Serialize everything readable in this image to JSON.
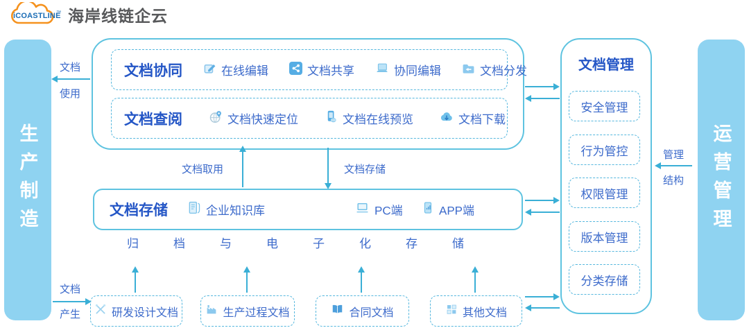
{
  "logo": {
    "brand": "iCOASTLINE",
    "tm": "™",
    "title": "海岸线链企云"
  },
  "left_bar": {
    "label": "生产制造"
  },
  "right_bar": {
    "label": "运营管理"
  },
  "flow_labels": {
    "doc_use_line1": "文档",
    "doc_use_line2": "使用",
    "doc_produce_line1": "文档",
    "doc_produce_line2": "产生",
    "manage_line1": "管理",
    "manage_line2": "结构",
    "doc_fetch": "文档取用",
    "doc_store": "文档存储"
  },
  "collab_section": {
    "title": "文档协同",
    "items": [
      {
        "icon": "edit-icon",
        "label": "在线编辑"
      },
      {
        "icon": "share-icon",
        "label": "文档共享"
      },
      {
        "icon": "co-edit-icon",
        "label": "协同编辑"
      },
      {
        "icon": "distribute-icon",
        "label": "文档分发"
      }
    ]
  },
  "review_section": {
    "title": "文档查阅",
    "items": [
      {
        "icon": "locate-icon",
        "label": "文档快速定位"
      },
      {
        "icon": "preview-icon",
        "label": "文档在线预览"
      },
      {
        "icon": "download-icon",
        "label": "文档下载"
      }
    ]
  },
  "storage_section": {
    "title": "文档存储",
    "items": [
      {
        "icon": "knowledge-icon",
        "label": "企业知识库"
      },
      {
        "icon": "pc-icon",
        "label": "PC端"
      },
      {
        "icon": "app-icon",
        "label": "APP端"
      }
    ]
  },
  "archive_caption": "归档与电子化存储",
  "source_docs": [
    {
      "icon": "design-icon",
      "label": "研发设计文档"
    },
    {
      "icon": "factory-icon",
      "label": "生产过程文档"
    },
    {
      "icon": "contract-icon",
      "label": "合同文档"
    },
    {
      "icon": "other-icon",
      "label": "其他文档"
    }
  ],
  "management_panel": {
    "title": "文档管理",
    "items": [
      {
        "label": "安全管理"
      },
      {
        "label": "行为管控"
      },
      {
        "label": "权限管理"
      },
      {
        "label": "版本管理"
      },
      {
        "label": "分类存储"
      }
    ]
  },
  "colors": {
    "bar_fill": "#8FD3F1",
    "solid_border": "#5EC3E0",
    "dashed_border": "#55B7DE",
    "title_blue": "#2456C6",
    "text_blue": "#3D6BCB",
    "arrow": "#3AAFD6",
    "logo_orange": "#F5921E",
    "logo_blue": "#1A6CB5",
    "logo_gray": "#57585A"
  }
}
